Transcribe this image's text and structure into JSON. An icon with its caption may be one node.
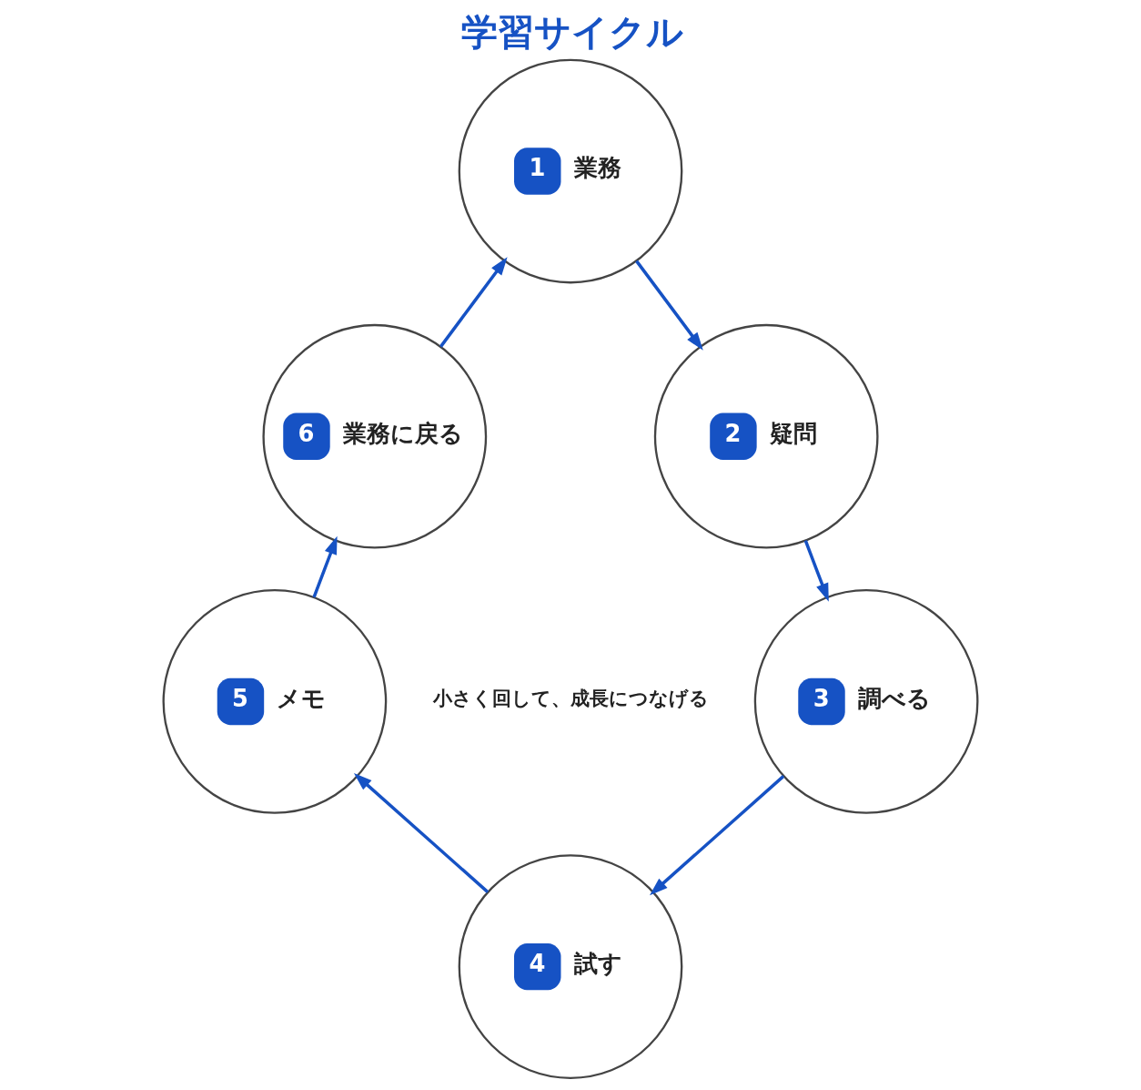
{
  "diagram": {
    "title": "学習サイクル",
    "nodes": [
      {
        "text": [
          "1",
          "業務"
        ]
      },
      {
        "text": [
          "2",
          "疑問"
        ]
      },
      {
        "text": [
          "3",
          "調べる"
        ]
      },
      {
        "text": [
          "4",
          "試す"
        ]
      },
      {
        "text": [
          "5",
          "メモ"
        ]
      },
      {
        "text": [
          "6",
          "業務に戻る"
        ]
      }
    ],
    "edges": [
      {
        "from": 0,
        "to": 1,
        "arrow": "to"
      },
      {
        "from": 1,
        "to": 2,
        "arrow": "to"
      },
      {
        "from": 2,
        "to": 3,
        "arrow": "to"
      },
      {
        "from": 3,
        "to": 4,
        "arrow": "to"
      },
      {
        "from": 4,
        "to": 5,
        "arrow": "to"
      },
      {
        "from": 5,
        "to": 0,
        "arrow": "to"
      }
    ],
    "labels": [
      "小さく回して、成長につなげる"
    ]
  }
}
